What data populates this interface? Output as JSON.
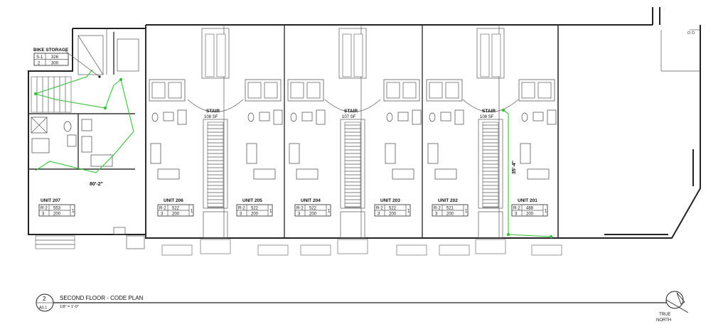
{
  "drawing": {
    "title": "SECOND FLOOR - CODE PLAN",
    "scale": "1/8\" = 1'-0\"",
    "detail_number": "2",
    "sheet_number": "A0.1",
    "north_label_line1": "TRUE",
    "north_label_line2": "NORTH"
  },
  "bike_storage": {
    "label": "BIKE STORAGE",
    "tag": {
      "code": "S-1",
      "occupants": "2",
      "area": "326",
      "factor": "300"
    }
  },
  "stairs": [
    {
      "label": "STAIR",
      "area": "108 SF"
    },
    {
      "label": "STAIR",
      "area": "107 SF"
    },
    {
      "label": "STAIR",
      "area": "108 SF"
    }
  ],
  "units": [
    {
      "name": "UNIT 207",
      "code": "R-2",
      "occupants": "3",
      "area": "553",
      "factor": "200",
      "num": "1"
    },
    {
      "name": "UNIT 206",
      "code": "R-2",
      "occupants": "3",
      "area": "522",
      "factor": "200",
      "num": "1"
    },
    {
      "name": "UNIT 205",
      "code": "R-2",
      "occupants": "3",
      "area": "522",
      "factor": "200",
      "num": "1"
    },
    {
      "name": "UNIT 204",
      "code": "R-2",
      "occupants": "3",
      "area": "522",
      "factor": "200",
      "num": "1"
    },
    {
      "name": "UNIT 203",
      "code": "R-2",
      "occupants": "3",
      "area": "522",
      "factor": "200",
      "num": "1"
    },
    {
      "name": "UNIT 202",
      "code": "R-2",
      "occupants": "3",
      "area": "521",
      "factor": "200",
      "num": "1"
    },
    {
      "name": "UNIT 201",
      "code": "R-2",
      "occupants": "3",
      "area": "488",
      "factor": "200",
      "num": "1"
    }
  ],
  "travel_distances": [
    {
      "label": "80'-2\""
    },
    {
      "label": "35'-4\""
    }
  ],
  "colors": {
    "egress_path": "#36c23a",
    "linework": "#333333"
  }
}
